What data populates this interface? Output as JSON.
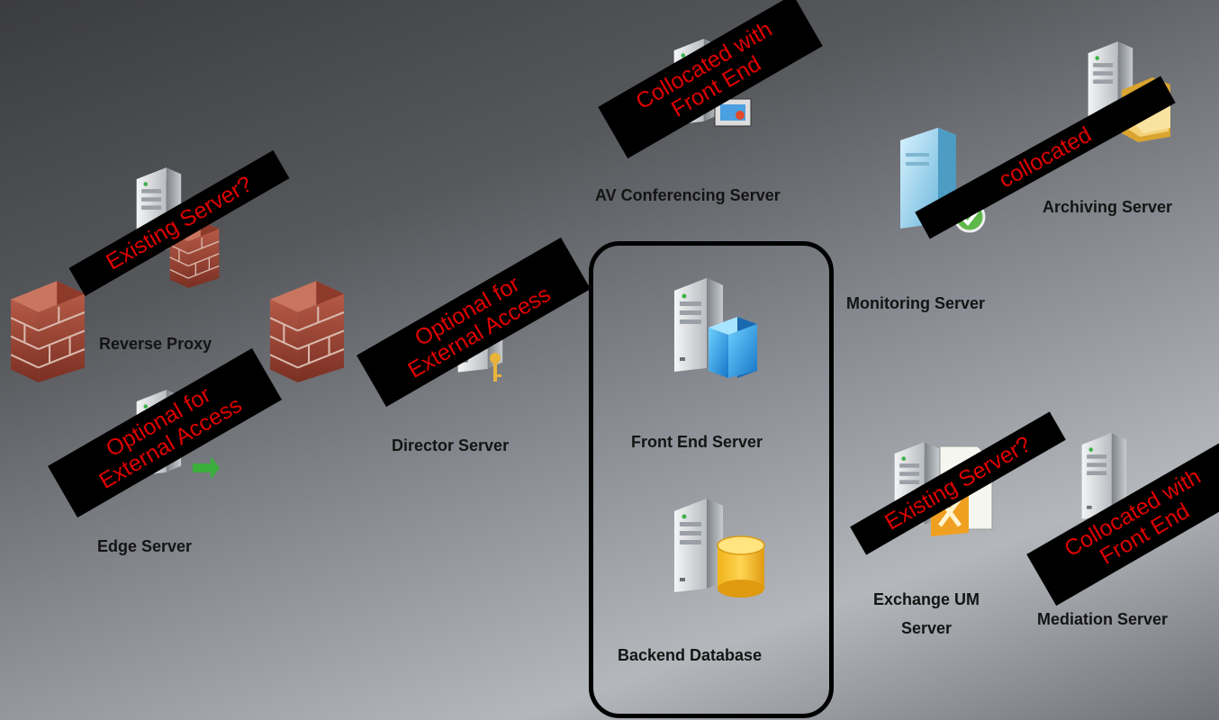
{
  "servers": {
    "av_conferencing": "AV Conferencing Server",
    "archiving": "Archiving Server",
    "monitoring": "Monitoring Server",
    "reverse_proxy": "Reverse Proxy",
    "director": "Director Server",
    "front_end": "Front End Server",
    "edge": "Edge Server",
    "backend_db": "Backend Database",
    "exchange_um_line1": "Exchange UM",
    "exchange_um_line2": "Server",
    "mediation": "Mediation Server"
  },
  "banners": {
    "av_collocated_1": "Collocated with",
    "av_collocated_2": "Front End",
    "monitoring_collocated": "collocated",
    "proxy_existing": "Existing Server?",
    "director_optional_1": "Optional for",
    "director_optional_2": "External Access",
    "edge_optional_1": "Optional for",
    "edge_optional_2": "External Access",
    "exchange_existing": "Existing Server?",
    "mediation_collocated_1": "Collocated with",
    "mediation_collocated_2": "Front End"
  },
  "colors": {
    "banner_bg": "#000000",
    "banner_text": "#e00000",
    "label_text": "#141414"
  }
}
